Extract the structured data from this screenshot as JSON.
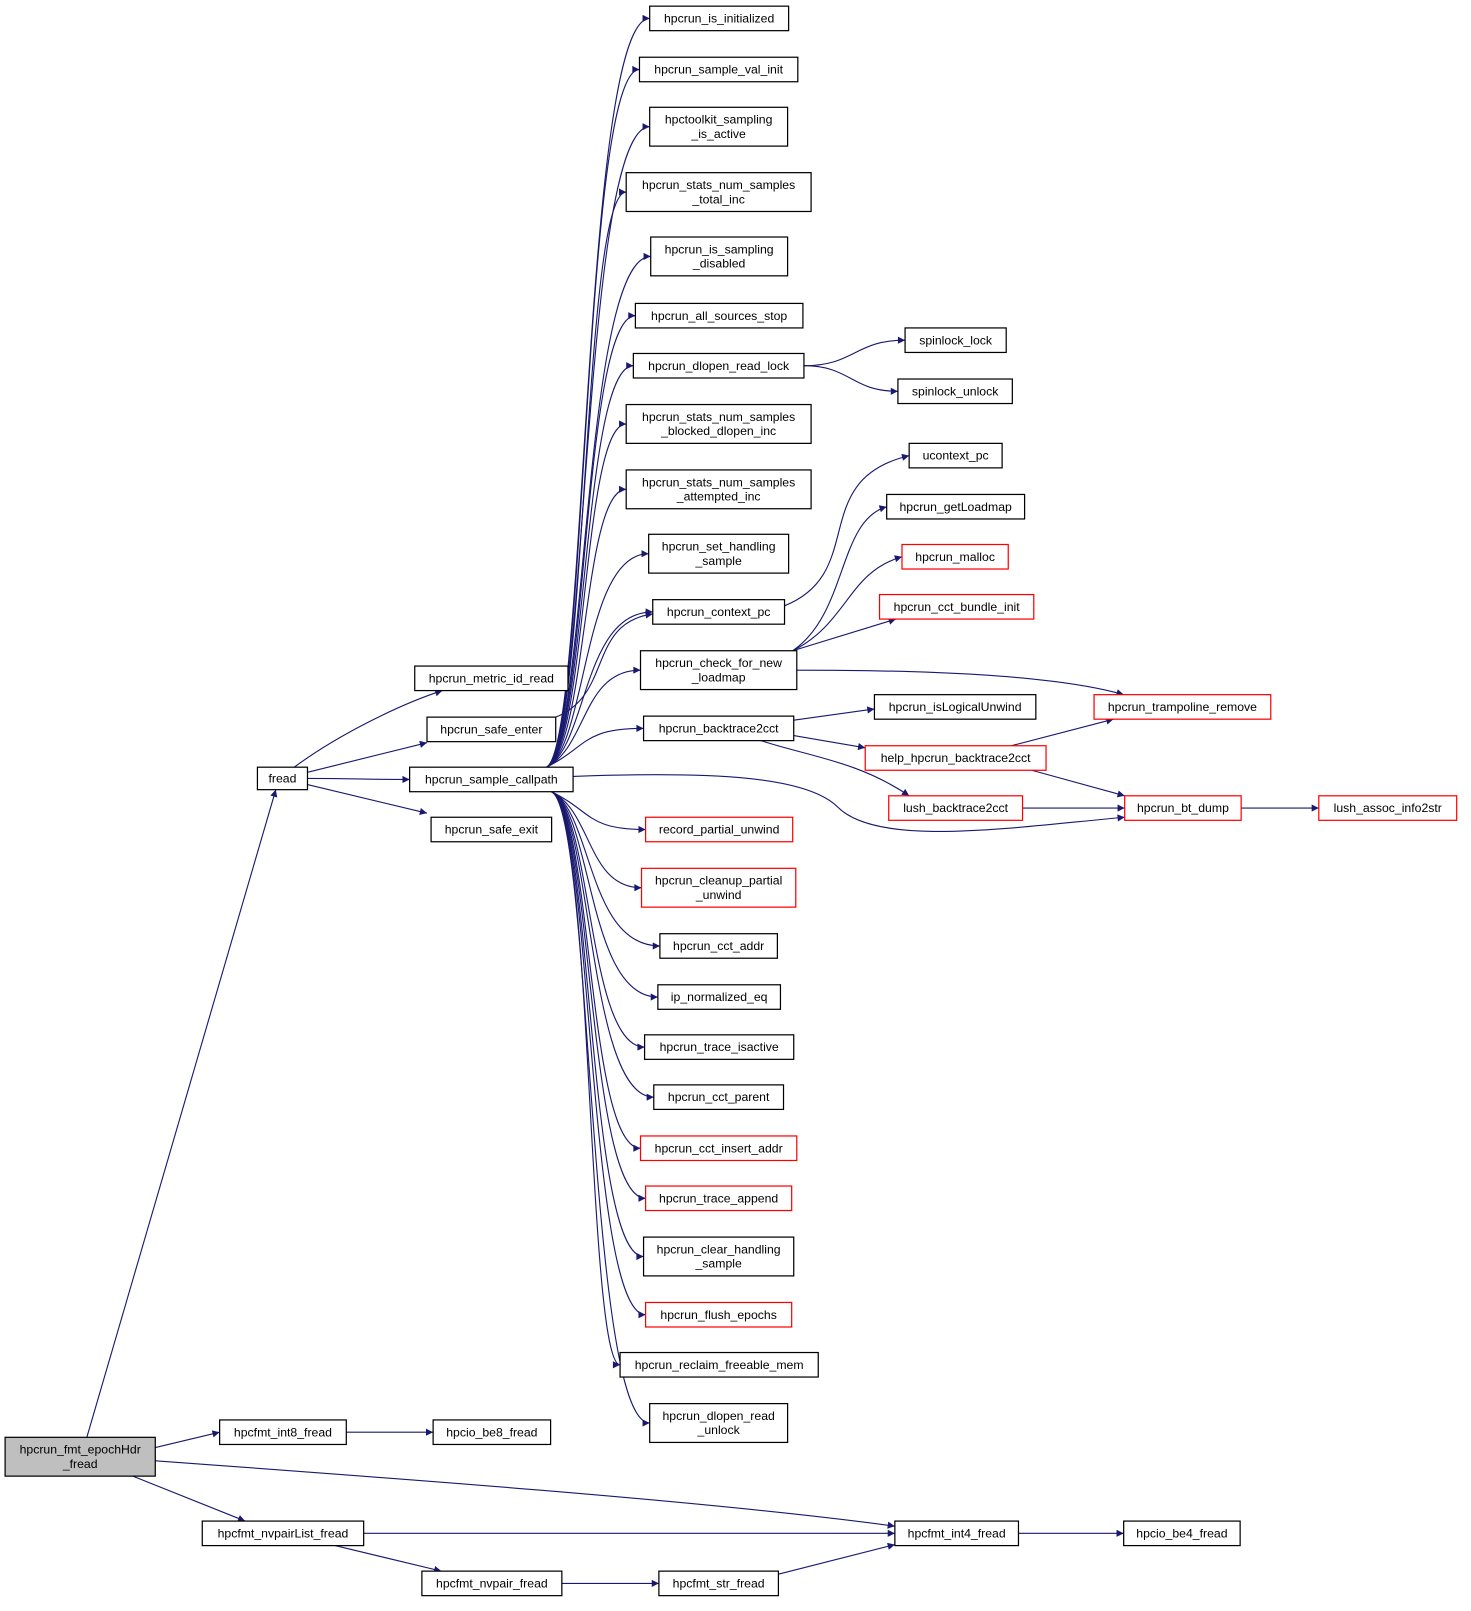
{
  "graph": {
    "colors": {
      "edge": "#191970",
      "red_border": "#ff0000",
      "current_fill": "#bfbfbf"
    },
    "nodes": [
      {
        "id": "epoch",
        "lines": [
          "hpcrun_fmt_epochHdr",
          "_fread"
        ],
        "status": "current"
      },
      {
        "id": "fread",
        "lines": [
          "fread"
        ],
        "status": "normal"
      },
      {
        "id": "metric_id_read",
        "lines": [
          "hpcrun_metric_id_read"
        ],
        "status": "normal"
      },
      {
        "id": "safe_enter",
        "lines": [
          "hpcrun_safe_enter"
        ],
        "status": "normal"
      },
      {
        "id": "sample_callpath",
        "lines": [
          "hpcrun_sample_callpath"
        ],
        "status": "normal"
      },
      {
        "id": "safe_exit",
        "lines": [
          "hpcrun_safe_exit"
        ],
        "status": "normal"
      },
      {
        "id": "int8",
        "lines": [
          "hpcfmt_int8_fread"
        ],
        "status": "normal"
      },
      {
        "id": "be8",
        "lines": [
          "hpcio_be8_fread"
        ],
        "status": "normal"
      },
      {
        "id": "nvpairList",
        "lines": [
          "hpcfmt_nvpairList_fread"
        ],
        "status": "normal"
      },
      {
        "id": "nvpair",
        "lines": [
          "hpcfmt_nvpair_fread"
        ],
        "status": "normal"
      },
      {
        "id": "str",
        "lines": [
          "hpcfmt_str_fread"
        ],
        "status": "normal"
      },
      {
        "id": "int4",
        "lines": [
          "hpcfmt_int4_fread"
        ],
        "status": "normal"
      },
      {
        "id": "be4",
        "lines": [
          "hpcio_be4_fread"
        ],
        "status": "normal"
      },
      {
        "id": "is_initialized",
        "lines": [
          "hpcrun_is_initialized"
        ],
        "status": "normal"
      },
      {
        "id": "sample_val_init",
        "lines": [
          "hpcrun_sample_val_init"
        ],
        "status": "normal"
      },
      {
        "id": "sampling_is_active",
        "lines": [
          "hpctoolkit_sampling",
          "_is_active"
        ],
        "status": "normal"
      },
      {
        "id": "stats_total",
        "lines": [
          "hpcrun_stats_num_samples",
          "_total_inc"
        ],
        "status": "normal"
      },
      {
        "id": "is_sampling_disabled",
        "lines": [
          "hpcrun_is_sampling",
          "_disabled"
        ],
        "status": "normal"
      },
      {
        "id": "all_sources_stop",
        "lines": [
          "hpcrun_all_sources_stop"
        ],
        "status": "normal"
      },
      {
        "id": "dlopen_read_lock",
        "lines": [
          "hpcrun_dlopen_read_lock"
        ],
        "status": "normal"
      },
      {
        "id": "stats_blocked",
        "lines": [
          "hpcrun_stats_num_samples",
          "_blocked_dlopen_inc"
        ],
        "status": "normal"
      },
      {
        "id": "stats_attempted",
        "lines": [
          "hpcrun_stats_num_samples",
          "_attempted_inc"
        ],
        "status": "normal"
      },
      {
        "id": "set_handling",
        "lines": [
          "hpcrun_set_handling",
          "_sample"
        ],
        "status": "normal"
      },
      {
        "id": "context_pc",
        "lines": [
          "hpcrun_context_pc"
        ],
        "status": "normal"
      },
      {
        "id": "check_loadmap",
        "lines": [
          "hpcrun_check_for_new",
          "_loadmap"
        ],
        "status": "normal"
      },
      {
        "id": "backtrace2cct",
        "lines": [
          "hpcrun_backtrace2cct"
        ],
        "status": "normal"
      },
      {
        "id": "record_partial",
        "lines": [
          "record_partial_unwind"
        ],
        "status": "red"
      },
      {
        "id": "cleanup_partial",
        "lines": [
          "hpcrun_cleanup_partial",
          "_unwind"
        ],
        "status": "red"
      },
      {
        "id": "cct_addr",
        "lines": [
          "hpcrun_cct_addr"
        ],
        "status": "normal"
      },
      {
        "id": "ip_eq",
        "lines": [
          "ip_normalized_eq"
        ],
        "status": "normal"
      },
      {
        "id": "trace_isactive",
        "lines": [
          "hpcrun_trace_isactive"
        ],
        "status": "normal"
      },
      {
        "id": "cct_parent",
        "lines": [
          "hpcrun_cct_parent"
        ],
        "status": "normal"
      },
      {
        "id": "cct_insert",
        "lines": [
          "hpcrun_cct_insert_addr"
        ],
        "status": "red"
      },
      {
        "id": "trace_append",
        "lines": [
          "hpcrun_trace_append"
        ],
        "status": "red"
      },
      {
        "id": "clear_handling",
        "lines": [
          "hpcrun_clear_handling",
          "_sample"
        ],
        "status": "normal"
      },
      {
        "id": "flush_epochs",
        "lines": [
          "hpcrun_flush_epochs"
        ],
        "status": "red"
      },
      {
        "id": "reclaim",
        "lines": [
          "hpcrun_reclaim_freeable_mem"
        ],
        "status": "normal"
      },
      {
        "id": "dlopen_read_unlock",
        "lines": [
          "hpcrun_dlopen_read",
          "_unlock"
        ],
        "status": "normal"
      },
      {
        "id": "spin_lock",
        "lines": [
          "spinlock_lock"
        ],
        "status": "normal"
      },
      {
        "id": "spin_unlock",
        "lines": [
          "spinlock_unlock"
        ],
        "status": "normal"
      },
      {
        "id": "ucontext_pc",
        "lines": [
          "ucontext_pc"
        ],
        "status": "normal"
      },
      {
        "id": "getLoadmap",
        "lines": [
          "hpcrun_getLoadmap"
        ],
        "status": "normal"
      },
      {
        "id": "malloc",
        "lines": [
          "hpcrun_malloc"
        ],
        "status": "red"
      },
      {
        "id": "bundle_init",
        "lines": [
          "hpcrun_cct_bundle_init"
        ],
        "status": "red"
      },
      {
        "id": "isLogicalUnwind",
        "lines": [
          "hpcrun_isLogicalUnwind"
        ],
        "status": "normal"
      },
      {
        "id": "help_bt",
        "lines": [
          "help_hpcrun_backtrace2cct"
        ],
        "status": "red"
      },
      {
        "id": "lush_bt",
        "lines": [
          "lush_backtrace2cct"
        ],
        "status": "red"
      },
      {
        "id": "trampoline_remove",
        "lines": [
          "hpcrun_trampoline_remove"
        ],
        "status": "red"
      },
      {
        "id": "bt_dump",
        "lines": [
          "hpcrun_bt_dump"
        ],
        "status": "red"
      },
      {
        "id": "lush_assoc",
        "lines": [
          "lush_assoc_info2str"
        ],
        "status": "red"
      }
    ],
    "edges": [
      [
        "epoch",
        "fread"
      ],
      [
        "epoch",
        "int8"
      ],
      [
        "epoch",
        "int4"
      ],
      [
        "epoch",
        "nvpairList"
      ],
      [
        "int8",
        "be8"
      ],
      [
        "nvpairList",
        "int4"
      ],
      [
        "nvpairList",
        "nvpair"
      ],
      [
        "nvpair",
        "str"
      ],
      [
        "str",
        "int4"
      ],
      [
        "int4",
        "be4"
      ],
      [
        "fread",
        "metric_id_read"
      ],
      [
        "fread",
        "safe_enter"
      ],
      [
        "fread",
        "sample_callpath"
      ],
      [
        "fread",
        "safe_exit"
      ],
      [
        "safe_enter",
        "context_pc"
      ],
      [
        "sample_callpath",
        "is_initialized"
      ],
      [
        "sample_callpath",
        "sample_val_init"
      ],
      [
        "sample_callpath",
        "sampling_is_active"
      ],
      [
        "sample_callpath",
        "stats_total"
      ],
      [
        "sample_callpath",
        "is_sampling_disabled"
      ],
      [
        "sample_callpath",
        "all_sources_stop"
      ],
      [
        "sample_callpath",
        "dlopen_read_lock"
      ],
      [
        "sample_callpath",
        "stats_blocked"
      ],
      [
        "sample_callpath",
        "stats_attempted"
      ],
      [
        "sample_callpath",
        "set_handling"
      ],
      [
        "sample_callpath",
        "context_pc"
      ],
      [
        "sample_callpath",
        "check_loadmap"
      ],
      [
        "sample_callpath",
        "backtrace2cct"
      ],
      [
        "sample_callpath",
        "record_partial"
      ],
      [
        "sample_callpath",
        "cleanup_partial"
      ],
      [
        "sample_callpath",
        "cct_addr"
      ],
      [
        "sample_callpath",
        "ip_eq"
      ],
      [
        "sample_callpath",
        "trace_isactive"
      ],
      [
        "sample_callpath",
        "cct_parent"
      ],
      [
        "sample_callpath",
        "cct_insert"
      ],
      [
        "sample_callpath",
        "trace_append"
      ],
      [
        "sample_callpath",
        "clear_handling"
      ],
      [
        "sample_callpath",
        "flush_epochs"
      ],
      [
        "sample_callpath",
        "reclaim"
      ],
      [
        "sample_callpath",
        "dlopen_read_unlock"
      ],
      [
        "sample_callpath",
        "bt_dump"
      ],
      [
        "dlopen_read_lock",
        "spin_lock"
      ],
      [
        "dlopen_read_lock",
        "spin_unlock"
      ],
      [
        "context_pc",
        "ucontext_pc"
      ],
      [
        "check_loadmap",
        "getLoadmap"
      ],
      [
        "check_loadmap",
        "malloc"
      ],
      [
        "check_loadmap",
        "bundle_init"
      ],
      [
        "check_loadmap",
        "trampoline_remove"
      ],
      [
        "backtrace2cct",
        "isLogicalUnwind"
      ],
      [
        "backtrace2cct",
        "help_bt"
      ],
      [
        "backtrace2cct",
        "lush_bt"
      ],
      [
        "help_bt",
        "trampoline_remove"
      ],
      [
        "help_bt",
        "bt_dump"
      ],
      [
        "lush_bt",
        "bt_dump"
      ],
      [
        "bt_dump",
        "lush_assoc"
      ]
    ]
  }
}
